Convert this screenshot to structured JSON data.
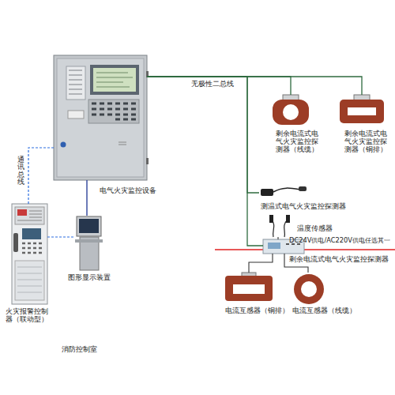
{
  "diagram": {
    "nodes": [
      {
        "text": [
          "电气火灾监控设备"
        ]
      },
      {
        "text": [
          "剩余电流式电气火灾监控探测器（线缆）"
        ]
      },
      {
        "text": [
          "剩余电流式电气火灾监控探测器（铜排）"
        ]
      },
      {
        "text": [
          "测温式电气火灾监控探测器"
        ]
      },
      {
        "text": [
          "剩余电流式电气火灾监控探测器"
        ]
      },
      {
        "text": [
          "温度传感器"
        ]
      },
      {
        "text": [
          "电流互感器（铜排）"
        ]
      },
      {
        "text": [
          "电流互感器（线缆）"
        ]
      },
      {
        "text": [
          "火灾报警控制器（联动型）"
        ]
      },
      {
        "text": [
          "图形显示装置"
        ]
      }
    ],
    "edges": [
      {
        "from": 0,
        "to": 1,
        "arrow": "none",
        "label": "无极性二总线"
      },
      {
        "from": 0,
        "to": 2,
        "arrow": "none"
      },
      {
        "from": 0,
        "to": 3,
        "arrow": "none"
      },
      {
        "from": 0,
        "to": 4,
        "arrow": "none"
      },
      {
        "from": 0,
        "to": 8,
        "arrow": "none",
        "label": "通讯总线"
      },
      {
        "from": 0,
        "to": 9,
        "arrow": "none"
      },
      {
        "from": 8,
        "to": 9,
        "arrow": "none"
      },
      {
        "from": 4,
        "to": 5,
        "arrow": "none"
      },
      {
        "from": 4,
        "to": 6,
        "arrow": "none"
      },
      {
        "from": 4,
        "to": 7,
        "arrow": "none"
      }
    ],
    "labels": [
      "DC24V供电/AC220V供电任选其一",
      "消防控制室"
    ]
  }
}
